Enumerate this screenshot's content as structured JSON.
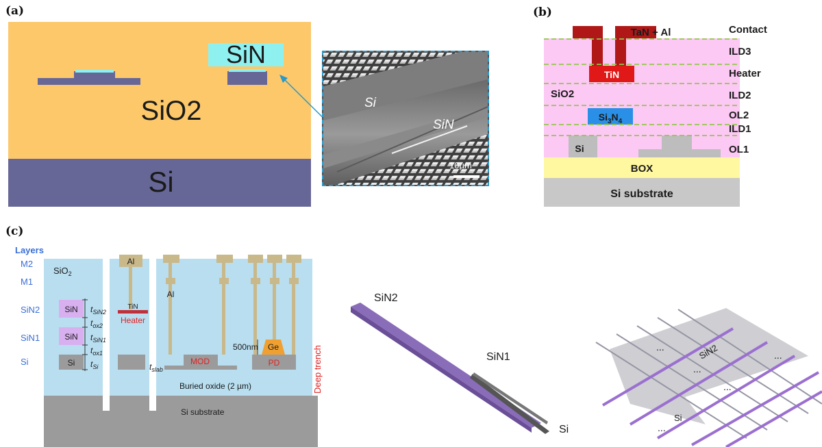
{
  "panel_a": {
    "label": "(a)",
    "sio2": "SiO2",
    "sin": "SiN",
    "si": "Si",
    "sem": {
      "si": "Si",
      "sin": "SiN",
      "scale": "10µm"
    }
  },
  "panel_b": {
    "label": "(b)",
    "tan_al": "TaN + Al",
    "tin": "TiN",
    "sio2": "SiO2",
    "si3n4_main": "Si",
    "si3n4_sub1": "3",
    "si3n4_mid": "N",
    "si3n4_sub2": "4",
    "si": "Si",
    "box": "BOX",
    "substrate": "Si substrate",
    "right_labels": [
      "Contact",
      "ILD3",
      "Heater",
      "ILD2",
      "OL2",
      "ILD1",
      "OL1"
    ]
  },
  "panel_c": {
    "label": "(c)",
    "layers_title": "Layers",
    "layers": [
      "M2",
      "M1",
      "SiN2",
      "SiN1",
      "Si"
    ],
    "sio2_main": "SiO",
    "sio2_sub": "2",
    "al_top": "Al",
    "al_mid": "Al",
    "sin_box_1": "SiN",
    "sin_box_2": "SiN",
    "si_box": "Si",
    "t_sin2": "SiN2",
    "t_ox2": "ox2",
    "t_sin1": "SiN1",
    "t_ox1": "ox1",
    "t_si": "Si",
    "t_slab": "slab",
    "t": "t",
    "tin": "TiN",
    "heater": "Heater",
    "mod": "MOD",
    "pd": "PD",
    "ge": "Ge",
    "nm500": "500nm",
    "buried_oxide": "Buried oxide (2 µm)",
    "deep_trench": "Deep trench",
    "substrate": "Si substrate",
    "taper": {
      "sin2": "SiN2",
      "sin1": "SiN1",
      "si": "Si"
    },
    "crossing": {
      "sin2": "SiN2",
      "si": "Si",
      "dots": "..."
    }
  },
  "colors": {
    "gold": "#fcc86a",
    "slate": "#676797",
    "cyan": "#8ff0f0",
    "pink": "#fcc8f4",
    "lightblue": "#b8def0",
    "purple": "#9e7fc9"
  }
}
